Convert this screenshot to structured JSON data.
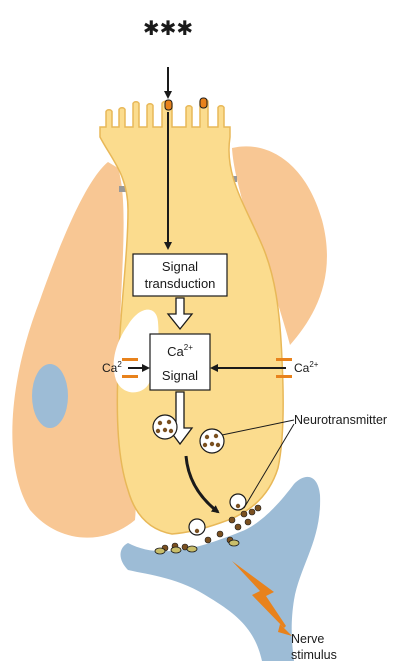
{
  "diagram": {
    "stimulus_symbol": "✱✱✱",
    "signal_transduction_box": {
      "line1": "Signal",
      "line2": "transduction"
    },
    "ca_signal_box": {
      "line1_base": "Ca",
      "line1_sup": "2+",
      "line2": "Signal"
    },
    "channel_left": {
      "base": "Ca",
      "sup": "2"
    },
    "channel_right": {
      "base": "Ca",
      "sup": "2+"
    },
    "neurotransmitter_label": "Neurotransmitter",
    "nerve_label": {
      "line1": "Nerve",
      "line2": "stimulus"
    }
  },
  "colors": {
    "receptor_cell": "#FBDC8E",
    "receptor_outline": "#E8B858",
    "supporting_cell": "#F8C794",
    "nucleus": "#9DBCD6",
    "nerve_fiber": "#9DBCD6",
    "channel": "#E8821C",
    "vesicle_dot": "#7A5020",
    "lightning": "#E8821C",
    "arrow": "#1A1A1A"
  }
}
